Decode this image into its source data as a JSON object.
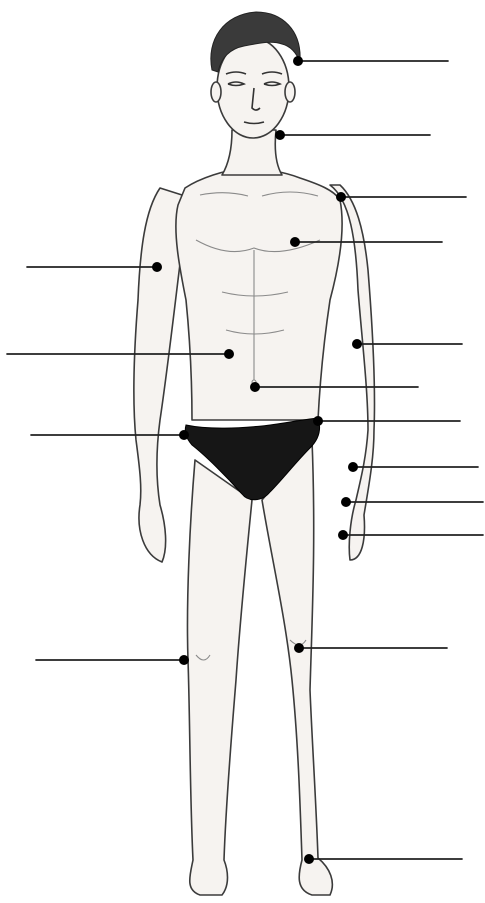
{
  "diagram": {
    "subject": "male-figure-anatomy-labeling",
    "label_count": 16,
    "callouts": [
      {
        "id": "hair-callout",
        "side": "right"
      },
      {
        "id": "neck-callout",
        "side": "right"
      },
      {
        "id": "shoulder-callout",
        "side": "right"
      },
      {
        "id": "chest-callout",
        "side": "right"
      },
      {
        "id": "upper-arm-callout",
        "side": "left"
      },
      {
        "id": "elbow-callout",
        "side": "right"
      },
      {
        "id": "abdomen-callout",
        "side": "left"
      },
      {
        "id": "navel-callout",
        "side": "right"
      },
      {
        "id": "waist-callout",
        "side": "right"
      },
      {
        "id": "hip-callout",
        "side": "left"
      },
      {
        "id": "wrist-callout",
        "side": "right"
      },
      {
        "id": "palm-callout",
        "side": "right"
      },
      {
        "id": "fingers-callout",
        "side": "right"
      },
      {
        "id": "knee-callout",
        "side": "left"
      },
      {
        "id": "kneecap-callout",
        "side": "right"
      },
      {
        "id": "ankle-callout",
        "side": "right"
      }
    ],
    "colors": {
      "line": "#222222",
      "dot": "#000000",
      "skin": "#f6f3f0",
      "briefs": "#161616",
      "hair": "#3a3a3a"
    }
  }
}
